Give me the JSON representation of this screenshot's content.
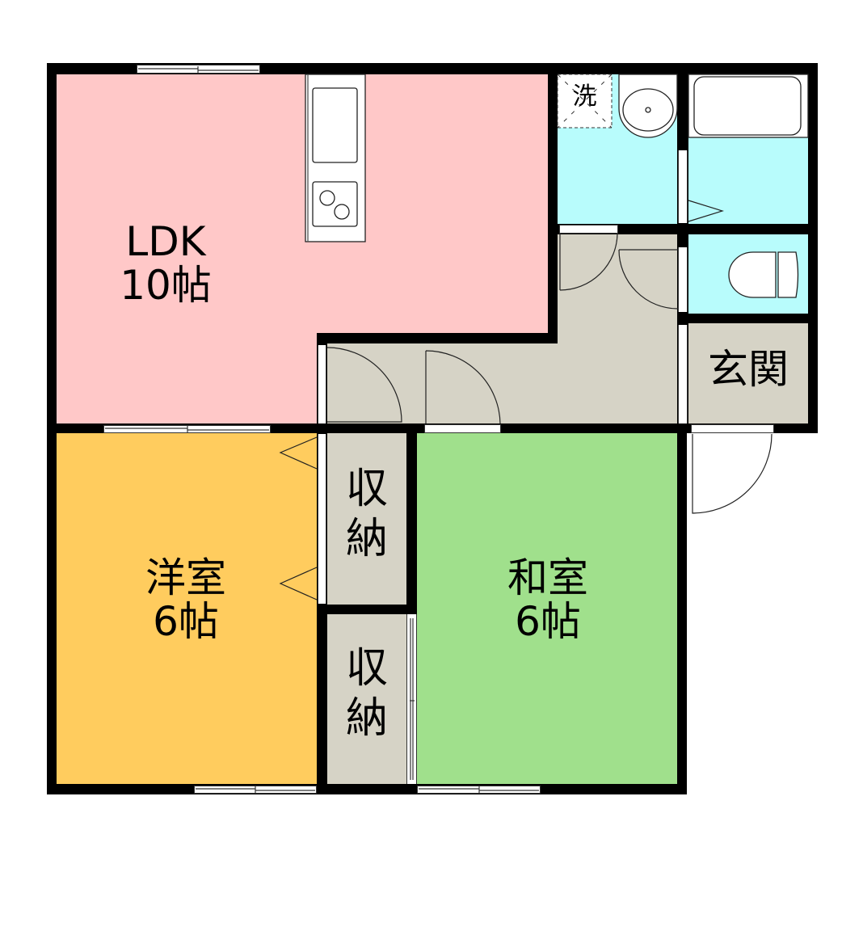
{
  "floorplan": {
    "rooms": {
      "ldk": {
        "name": "LDK",
        "size": "10帖",
        "color": "#FFC8C8"
      },
      "western": {
        "name": "洋室",
        "size": "6帖",
        "color": "#FFCC5E"
      },
      "japanese": {
        "name": "和室",
        "size": "6帖",
        "color": "#A0E08C"
      },
      "storage_upper": {
        "name": "収",
        "name2": "納",
        "color": "#D6D3C6"
      },
      "storage_lower": {
        "name": "収",
        "name2": "納",
        "color": "#D6D3C6"
      },
      "entrance": {
        "name": "玄関",
        "color": "#D6D3C6"
      },
      "hallway": {
        "color": "#D6D3C6"
      },
      "washroom": {
        "color": "#B8FCFC"
      },
      "bathroom": {
        "color": "#B8FCFC"
      },
      "toilet": {
        "color": "#B8FCFC"
      }
    },
    "fixtures": {
      "washer_label": "洗"
    },
    "colors": {
      "wall": "#000000",
      "background": "#FFFFFF"
    }
  }
}
